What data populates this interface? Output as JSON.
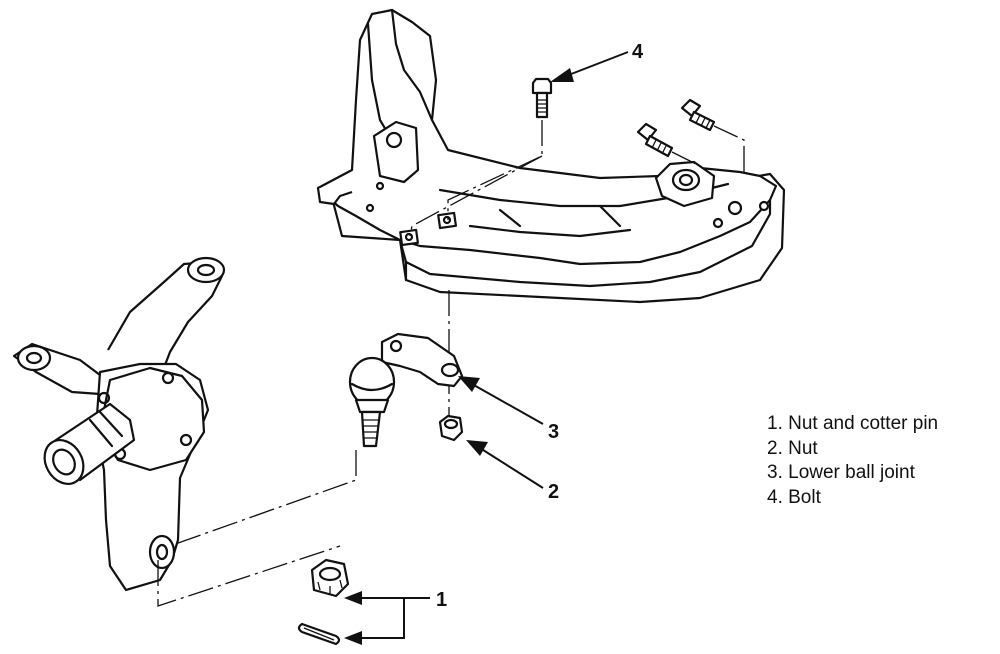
{
  "callouts": [
    "4",
    "3",
    "2",
    "1"
  ],
  "legend": [
    "1. Nut and cotter pin",
    "2. Nut",
    "3. Lower ball joint",
    "4. Bolt"
  ]
}
